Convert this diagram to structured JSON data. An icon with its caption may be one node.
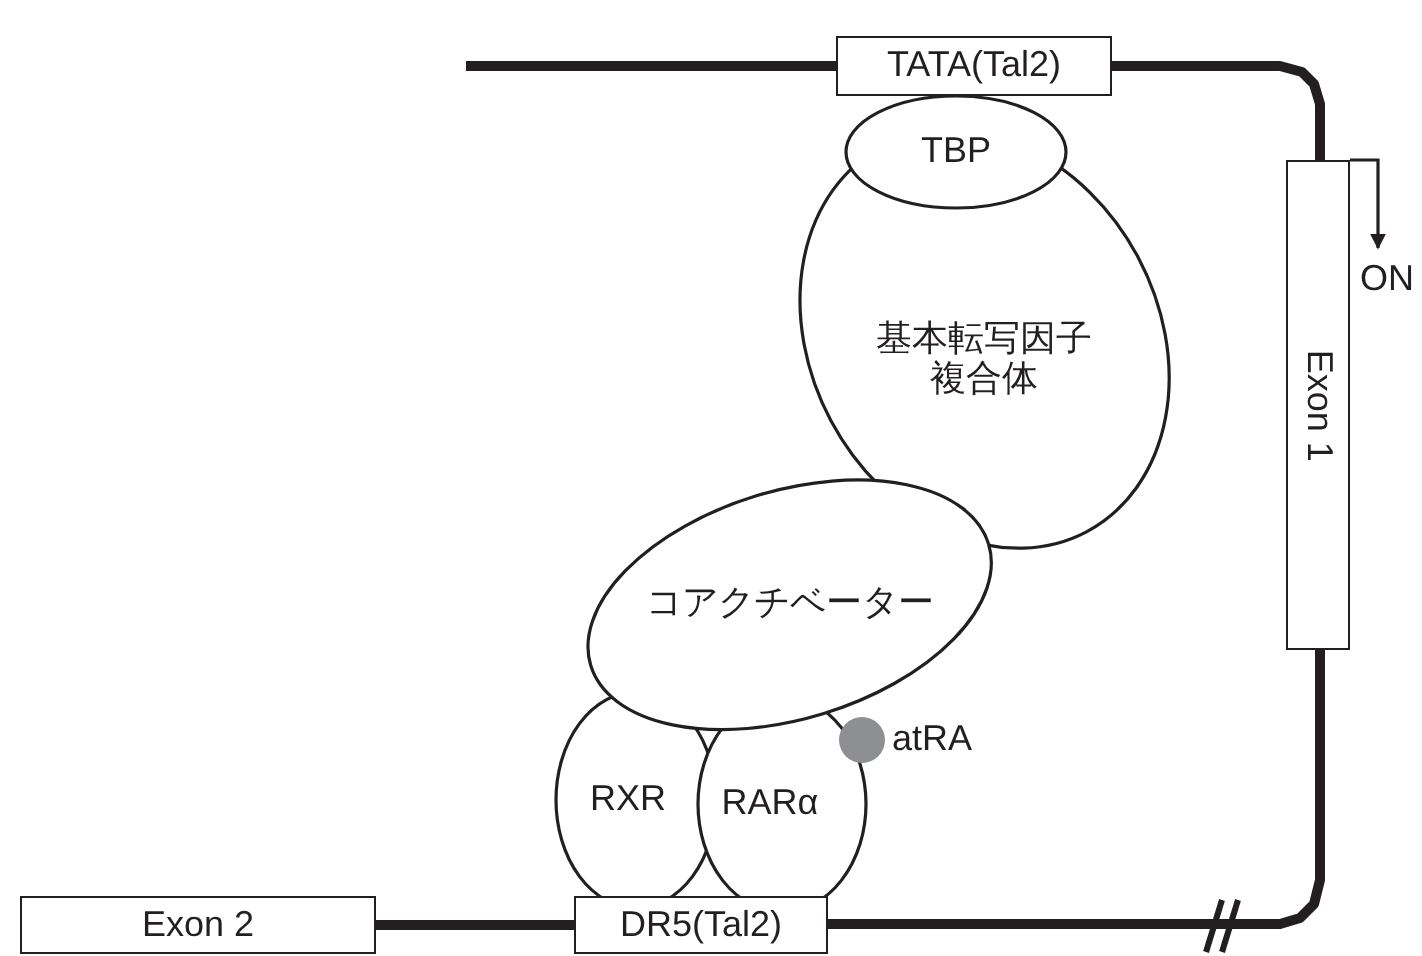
{
  "diagram": {
    "nodes": [
      {
        "text": [
          "TATA(Tal2)"
        ]
      },
      {
        "text": [
          "TBP"
        ]
      },
      {
        "text": [
          "基本転写因子複合体"
        ]
      },
      {
        "text": [
          "Exon 1"
        ]
      },
      {
        "text": [
          "コアクチベーター"
        ]
      },
      {
        "text": [
          "RXR"
        ]
      },
      {
        "text": [
          "RARα"
        ]
      },
      {
        "text": [],
        "shape": "circle",
        "beside": [
          "atRA"
        ]
      },
      {
        "text": [
          "Exon 2"
        ]
      },
      {
        "text": [
          "DR5(Tal2)"
        ]
      }
    ],
    "edges": [
      {
        "from": null,
        "to": 0,
        "arrow": "none"
      },
      {
        "from": 0,
        "to": 3,
        "arrow": "none"
      },
      {
        "from": 3,
        "to": 9,
        "arrow": "none"
      },
      {
        "from": 9,
        "to": 8,
        "arrow": "none"
      }
    ],
    "labels": [
      "ON"
    ]
  }
}
